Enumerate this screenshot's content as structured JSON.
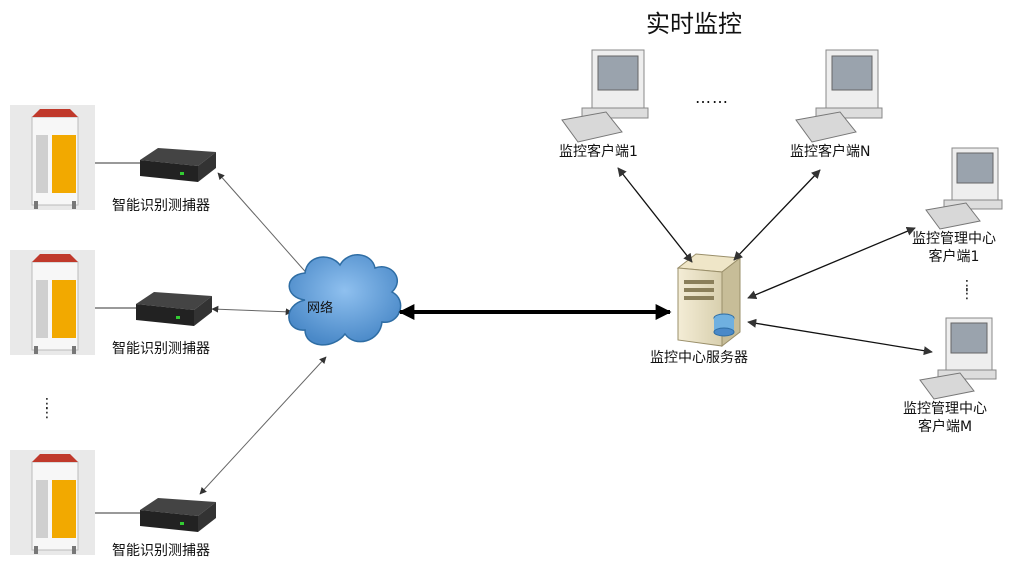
{
  "title": "实时监控",
  "cloud_label": "网络",
  "server_label": "监控中心服务器",
  "capturers": [
    {
      "label": "智能识别测捕器"
    },
    {
      "label": "智能识别测捕器"
    },
    {
      "label": "智能识别测捕器"
    }
  ],
  "monitor_clients": [
    {
      "label": "监控客户端1"
    },
    {
      "label": "监控客户端N"
    }
  ],
  "management_clients": [
    {
      "line1": "监控管理中心",
      "line2": "客户端1"
    },
    {
      "line1": "监控管理中心",
      "line2": "客户端M"
    }
  ],
  "ellipsis_horizontal": "……",
  "ellipsis_vertical": "⋮",
  "colors": {
    "cloud_fill": "#5b9bd5",
    "arrow": "#555555",
    "device_dark": "#2b2b2b",
    "kiosk_screen": "#f2a900"
  }
}
